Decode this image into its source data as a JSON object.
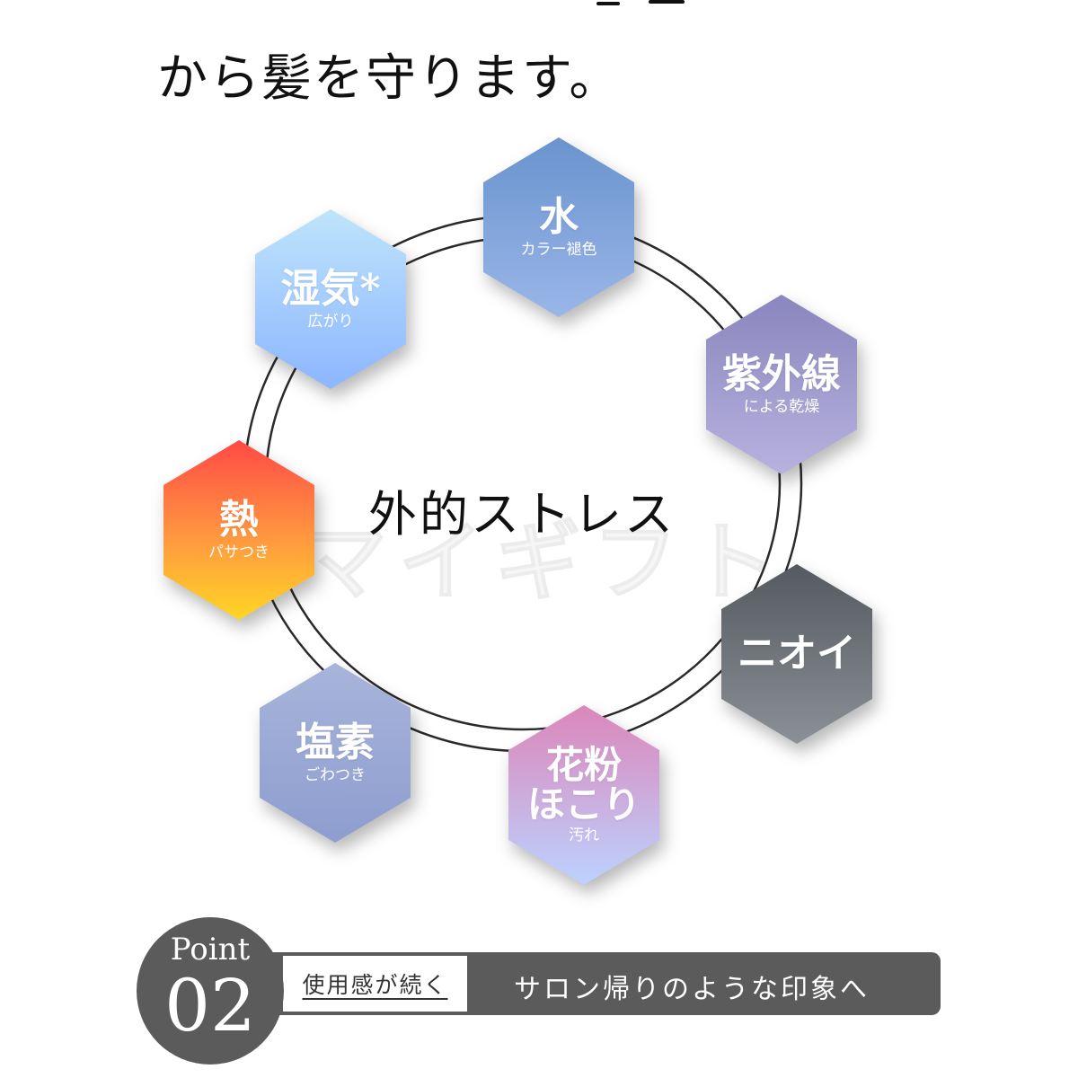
{
  "headline": "から髪を守ります。",
  "center": {
    "title": "外的ストレス",
    "watermark": "マイギフト"
  },
  "hexagons": {
    "water": {
      "main": "水",
      "sub": "カラー褪色",
      "colors": [
        "#6a93ce",
        "#9ab6e8"
      ]
    },
    "uv": {
      "main": "紫外線",
      "sub": "による乾燥",
      "colors": [
        "#8a86be",
        "#b7b2de"
      ]
    },
    "odor": {
      "main": "ニオイ",
      "sub": "",
      "colors": [
        "#555a61",
        "#8a9095"
      ]
    },
    "pollen": {
      "main_line1": "花粉",
      "main_line2": "ほこり",
      "sub": "汚れ",
      "colors": [
        "#dc86b9",
        "#bcd2ff"
      ]
    },
    "chlorine": {
      "main": "塩素",
      "sub": "ごわつき",
      "colors": [
        "#a8b4da",
        "#8d9dcf"
      ]
    },
    "heat": {
      "main": "熱",
      "sub": "パサつき",
      "colors": [
        "#ff4a45",
        "#ff9940",
        "#ffd624"
      ]
    },
    "humidity": {
      "main": "湿気*",
      "sub": "広がり",
      "colors": [
        "#bfe4fb",
        "#8cb6ff"
      ]
    }
  },
  "point": {
    "label": "Point",
    "number": "02",
    "feature": "使用感が続く",
    "message": "サロン帰りのような印象へ",
    "bar_color": "#5b5b5b"
  }
}
